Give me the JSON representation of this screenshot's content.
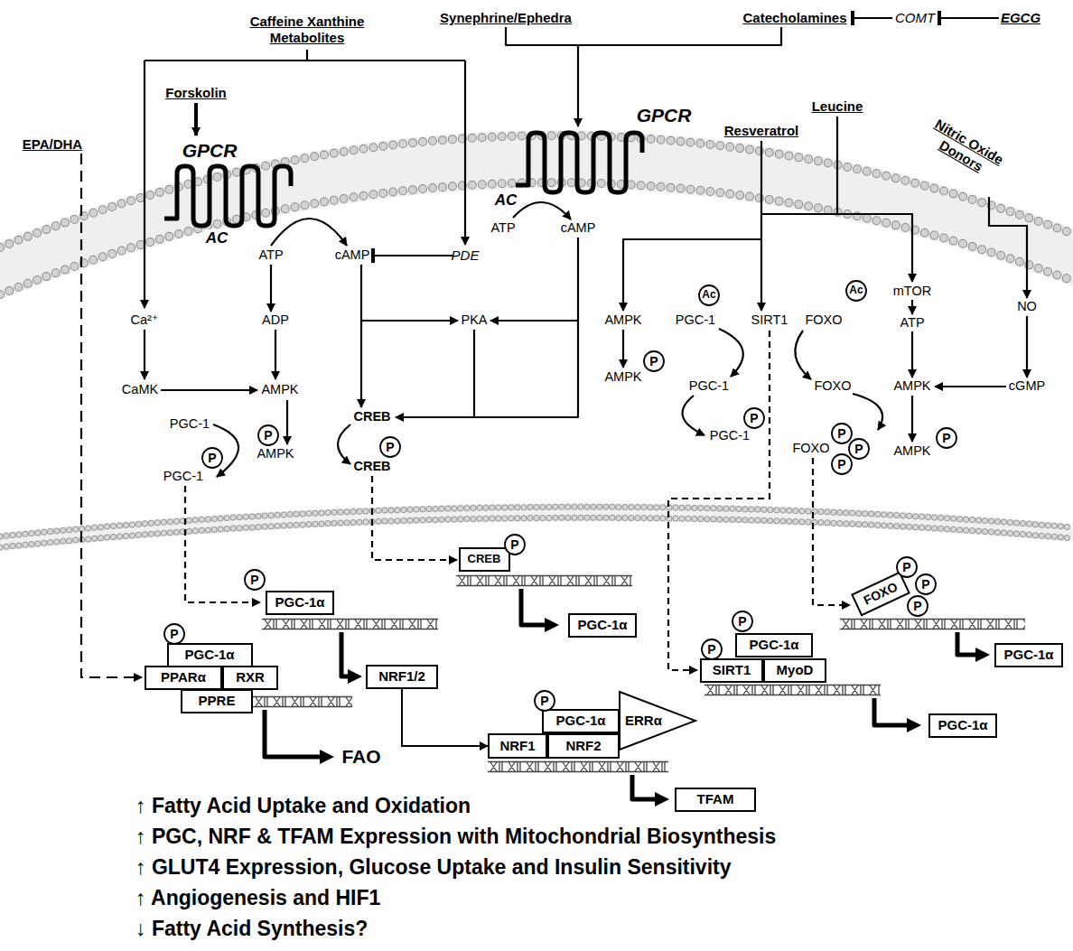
{
  "diagram": {
    "nodes": [
      {
        "text": [
          "Ac"
        ]
      },
      {
        "text": [
          "Ac"
        ]
      },
      {
        "text": [
          "P"
        ]
      },
      {
        "text": [
          "P"
        ]
      },
      {
        "text": [
          "P"
        ]
      },
      {
        "text": [
          "P"
        ]
      },
      {
        "text": [
          "P"
        ]
      },
      {
        "text": [
          "P"
        ]
      },
      {
        "text": [
          "P"
        ]
      },
      {
        "text": [
          "P"
        ]
      },
      {
        "text": [
          "P"
        ]
      },
      {
        "text": [
          "P"
        ]
      },
      {
        "text": [
          "CREB"
        ]
      },
      {
        "text": [
          "P"
        ]
      },
      {
        "text": [
          "P"
        ]
      },
      {
        "text": [
          "P"
        ]
      },
      {
        "text": [
          "FOXO"
        ]
      },
      {
        "text": [
          "P"
        ]
      },
      {
        "text": [
          "PGC-1α"
        ]
      },
      {
        "text": [
          "PGC-1α"
        ]
      },
      {
        "text": [
          "P"
        ]
      },
      {
        "text": [
          "PGC-1α"
        ]
      },
      {
        "text": [
          "P"
        ]
      },
      {
        "text": [
          "SIRT1"
        ]
      },
      {
        "text": [
          "MyoD"
        ]
      },
      {
        "text": [
          "P"
        ]
      },
      {
        "text": [
          "PGC-1α"
        ]
      },
      {
        "text": [
          "PPARα"
        ]
      },
      {
        "text": [
          "RXR"
        ]
      },
      {
        "text": [
          "PPRE"
        ]
      },
      {
        "text": [
          "NRF1/2"
        ]
      },
      {
        "text": [
          "PGC-1α"
        ]
      },
      {
        "text": [
          "PGC-1α"
        ]
      },
      {
        "text": [
          "P"
        ]
      },
      {
        "text": [
          "PGC-1α"
        ]
      },
      {
        "text": [
          "ERRα"
        ]
      },
      {
        "text": [
          "NRF1"
        ]
      },
      {
        "text": [
          "NRF2"
        ]
      },
      {
        "text": [
          "TFAM"
        ]
      }
    ],
    "edges": [
      {
        "from": 30,
        "to": 36,
        "arrow": "to"
      }
    ],
    "labels": [
      "Caffeine Xanthine Metabolites",
      "Synephrine/Ephedra",
      "Catecholamines",
      "COMT",
      "EGCG",
      "Forskolin",
      "EPA/DHA",
      "GPCR",
      "AC",
      "GPCR",
      "AC",
      "Resveratrol",
      "Leucine",
      "Nitric Oxide Donors",
      "ATP",
      "cAMP",
      "PDE",
      "ATP",
      "cAMP",
      "Ca²⁺",
      "ADP",
      "PKA",
      "AMPK",
      "PGC-1",
      "SIRT1",
      "FOXO",
      "mTOR",
      "ATP",
      "NO",
      "CaMK",
      "AMPK",
      "AMPK",
      "PGC-1",
      "FOXO",
      "AMPK",
      "cGMP",
      "CREB",
      "PGC-1",
      "PGC-1",
      "AMPK",
      "FOXO",
      "AMPK",
      "CREB",
      "PGC-1",
      "FAO",
      "↑ Fatty Acid Uptake and Oxidation",
      "↑ PGC, NRF & TFAM Expression with Mitochondrial Biosynthesis",
      "↑ GLUT4 Expression, Glucose Uptake and Insulin Sensitivity",
      "↑ Angiogenesis and HIF1",
      "↓ Fatty Acid Synthesis?"
    ]
  }
}
